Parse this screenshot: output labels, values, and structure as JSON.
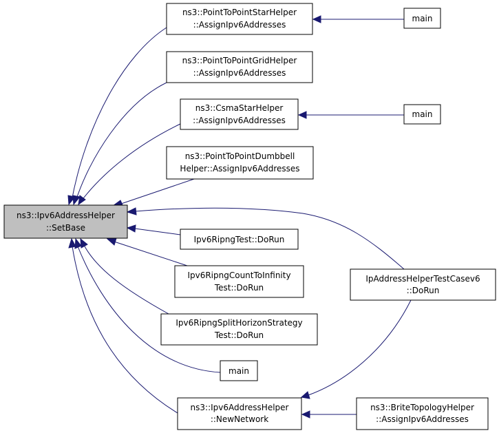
{
  "colors": {
    "edge": "#191970",
    "node_border": "#000000",
    "node_fill": "#ffffff",
    "focus_fill": "#bfbfbf"
  },
  "nodes": {
    "setbase": {
      "lines": [
        "ns3::Ipv6AddressHelper",
        "::SetBase"
      ]
    },
    "p2pstar": {
      "lines": [
        "ns3::PointToPointStarHelper",
        "::AssignIpv6Addresses"
      ]
    },
    "main1": {
      "lines": [
        "main"
      ]
    },
    "p2pgrid": {
      "lines": [
        "ns3::PointToPointGridHelper",
        "::AssignIpv6Addresses"
      ]
    },
    "csmastar": {
      "lines": [
        "ns3::CsmaStarHelper",
        "::AssignIpv6Addresses"
      ]
    },
    "main2": {
      "lines": [
        "main"
      ]
    },
    "p2pdumbbell": {
      "lines": [
        "ns3::PointToPointDumbbell",
        "Helper::AssignIpv6Addresses"
      ]
    },
    "ripngtest": {
      "lines": [
        "Ipv6RipngTest::DoRun"
      ]
    },
    "ripngcount": {
      "lines": [
        "Ipv6RipngCountToInfinity",
        "Test::DoRun"
      ]
    },
    "ripngsplit": {
      "lines": [
        "Ipv6RipngSplitHorizonStrategy",
        "Test::DoRun"
      ]
    },
    "main3": {
      "lines": [
        "main"
      ]
    },
    "newnetwork": {
      "lines": [
        "ns3::Ipv6AddressHelper",
        "::NewNetwork"
      ]
    },
    "iphelpertest": {
      "lines": [
        "IpAddressHelperTestCasev6",
        "::DoRun"
      ]
    },
    "brite": {
      "lines": [
        "ns3::BriteTopologyHelper",
        "::AssignIpv6Addresses"
      ]
    }
  }
}
